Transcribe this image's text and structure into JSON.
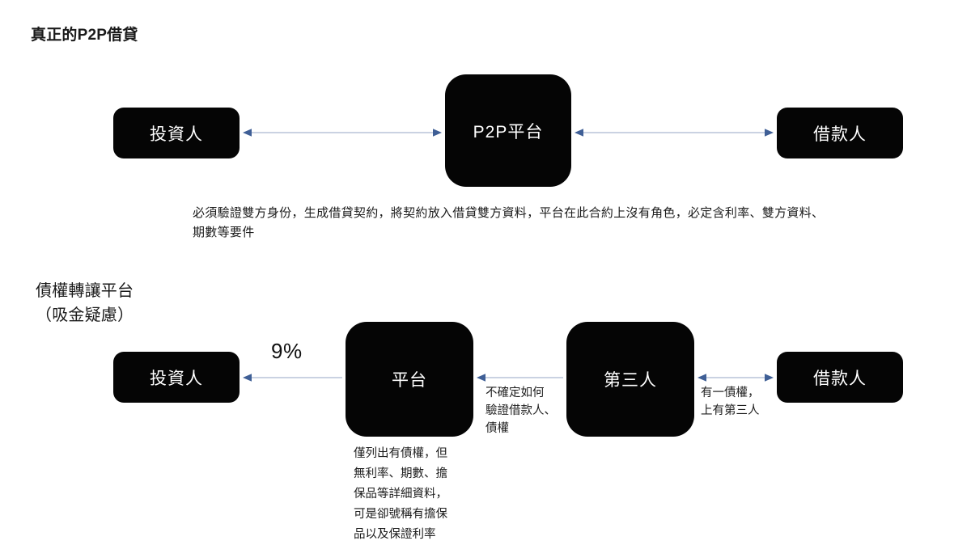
{
  "page": {
    "background": "#ffffff",
    "node_fill": "#050505",
    "node_text": "#ffffff",
    "connector_line": "#b9c4d8",
    "connector_head": "#3f5f96"
  },
  "sections": [
    {
      "id": "true-p2p",
      "title": "真正的P2P借貸",
      "nodes": {
        "investor": "投資人",
        "platform": "P2P平台",
        "borrower": "借款人"
      },
      "note": "必須驗證雙方身份，生成借貸契約，將契約放入借貸雙方資料，平台在此合約上沒有角色，必定含利率、雙方資料、期數等要件"
    },
    {
      "id": "claim-transfer",
      "title": "債權轉讓平台\n（吸金疑慮）",
      "nodes": {
        "investor": "投資人",
        "platform": "平台",
        "third_party": "第三人",
        "borrower": "借款人"
      },
      "rate_label": "9%",
      "notes": {
        "verify_uncertain": "不確定如何\n驗證借款人、\n債權",
        "has_claim": "有一債權，\n上有第三人",
        "platform_detail": "僅列出有債權，但\n無利率、期數、擔\n保品等詳細資料，\n可是卻號稱有擔保\n品以及保證利率"
      }
    }
  ],
  "connectors": [
    {
      "id": "investor-p2p",
      "direction": "both",
      "from": "投資人",
      "to": "P2P平台"
    },
    {
      "id": "p2p-borrower",
      "direction": "both",
      "from": "P2P平台",
      "to": "借款人"
    },
    {
      "id": "platform-investor",
      "direction": "left",
      "from": "平台",
      "to": "投資人"
    },
    {
      "id": "third-platform",
      "direction": "left",
      "from": "第三人",
      "to": "平台"
    },
    {
      "id": "borrower-third",
      "direction": "both",
      "from": "借款人",
      "to": "第三人"
    }
  ]
}
